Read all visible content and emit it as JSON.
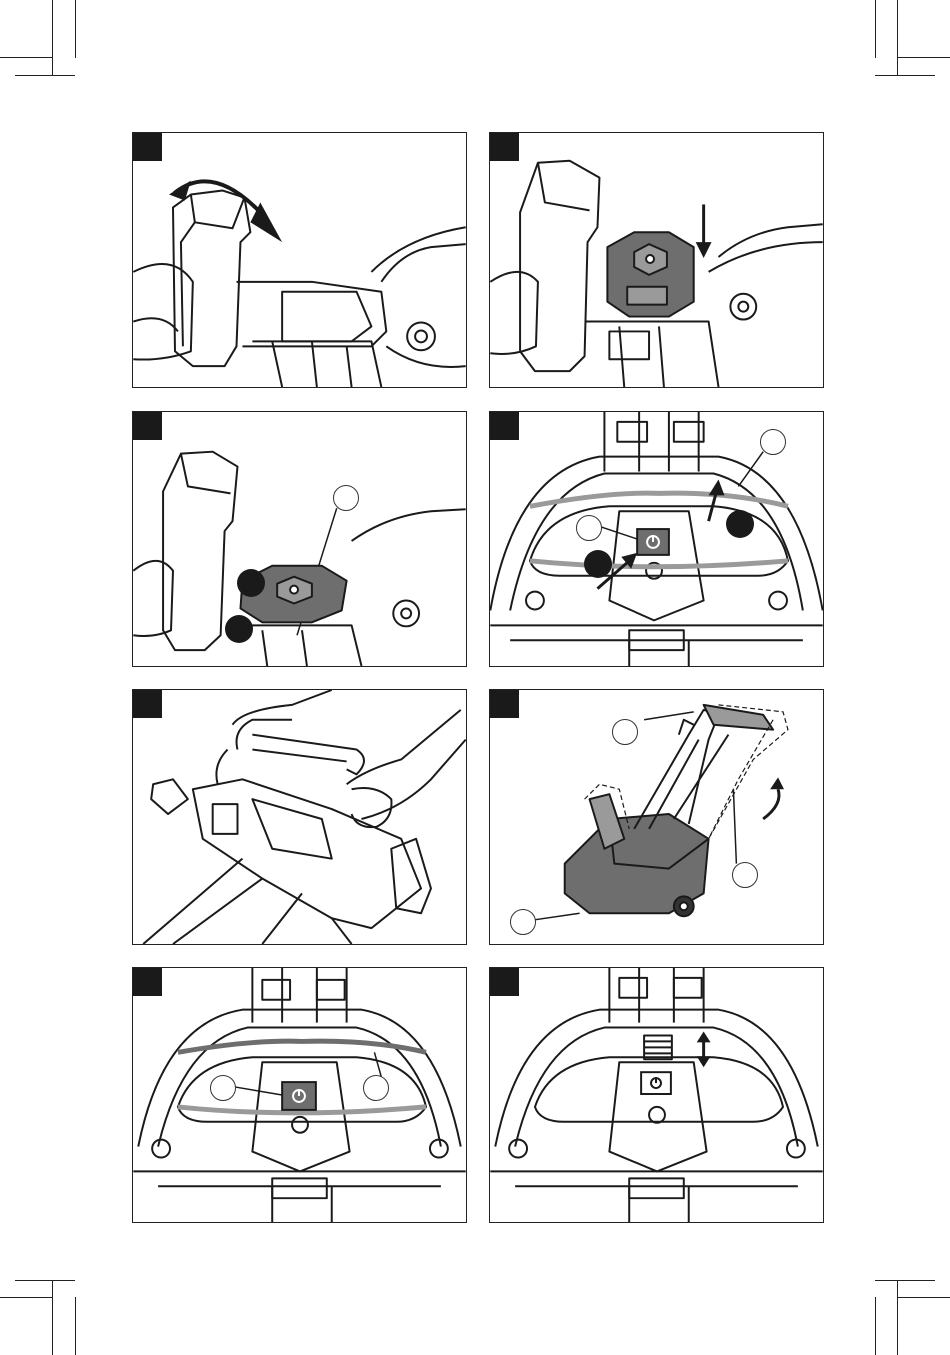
{
  "page": {
    "panels": [
      {
        "id": "fig-1",
        "step_mark": "filled-square",
        "icons": [
          "rotate-double-arrow-icon"
        ]
      },
      {
        "id": "fig-2",
        "step_mark": "filled-square",
        "icons": [
          "battery-pack-icon",
          "down-arrow-icon"
        ]
      },
      {
        "id": "fig-3",
        "step_mark": "filled-square",
        "icons": [
          "up-arrow-icon",
          "push-arrow-icon"
        ]
      },
      {
        "id": "fig-4",
        "step_mark": "filled-square",
        "icons": [
          "power-button-icon",
          "push-arrow-icon"
        ]
      },
      {
        "id": "fig-5",
        "step_mark": "filled-square",
        "icons": [
          "hands-grip-icon"
        ]
      },
      {
        "id": "fig-6",
        "step_mark": "filled-square",
        "icons": [
          "snow-thrower-icon",
          "fold-arrow-icon"
        ]
      },
      {
        "id": "fig-7",
        "step_mark": "filled-square",
        "icons": [
          "power-button-icon"
        ]
      },
      {
        "id": "fig-8",
        "step_mark": "filled-square",
        "icons": [
          "power-button-icon",
          "vertical-double-arrow-icon"
        ]
      }
    ],
    "colors": {
      "line": "#1a1a1a",
      "fill_dark": "#6e6e6e",
      "fill_mid": "#9a9a9a",
      "paper": "#ffffff"
    }
  }
}
